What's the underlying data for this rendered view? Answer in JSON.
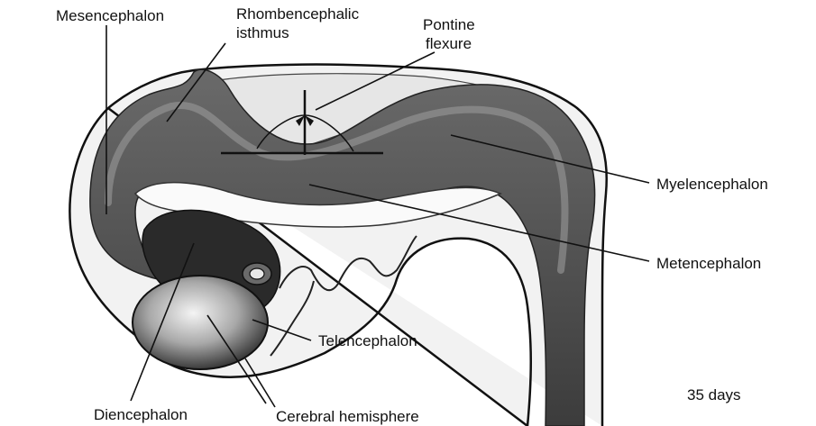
{
  "labels": {
    "mesencephalon": "Mesencephalon",
    "rhombencephalic_isthmus_line1": "Rhombencephalic",
    "rhombencephalic_isthmus_line2": "isthmus",
    "pontine_flexure_line1": "Pontine",
    "pontine_flexure_line2": "flexure",
    "myelencephalon": "Myelencephalon",
    "metencephalon": "Metencephalon",
    "telencephalon": "Telencephalon",
    "diencephalon": "Diencephalon",
    "cerebral_hemisphere": "Cerebral hemisphere",
    "age": "35 days"
  }
}
